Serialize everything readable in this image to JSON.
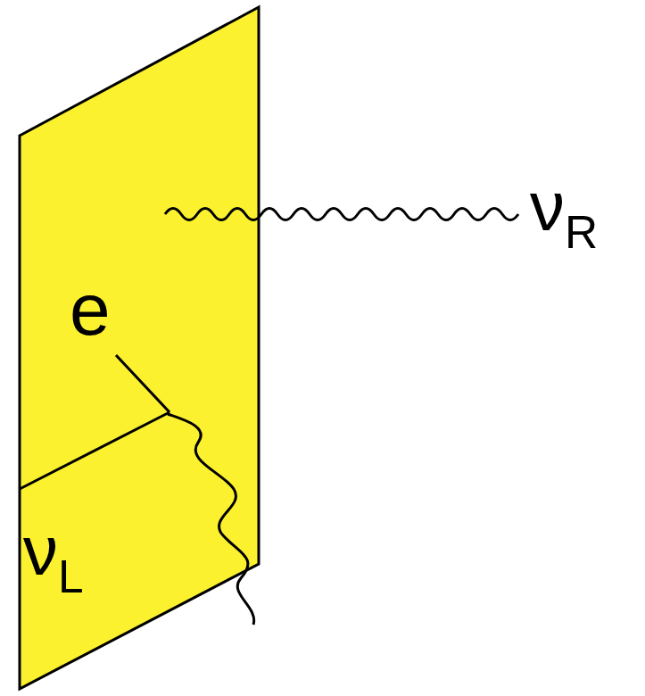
{
  "diagram": {
    "labels": [
      "e",
      "νL",
      "νR"
    ]
  }
}
